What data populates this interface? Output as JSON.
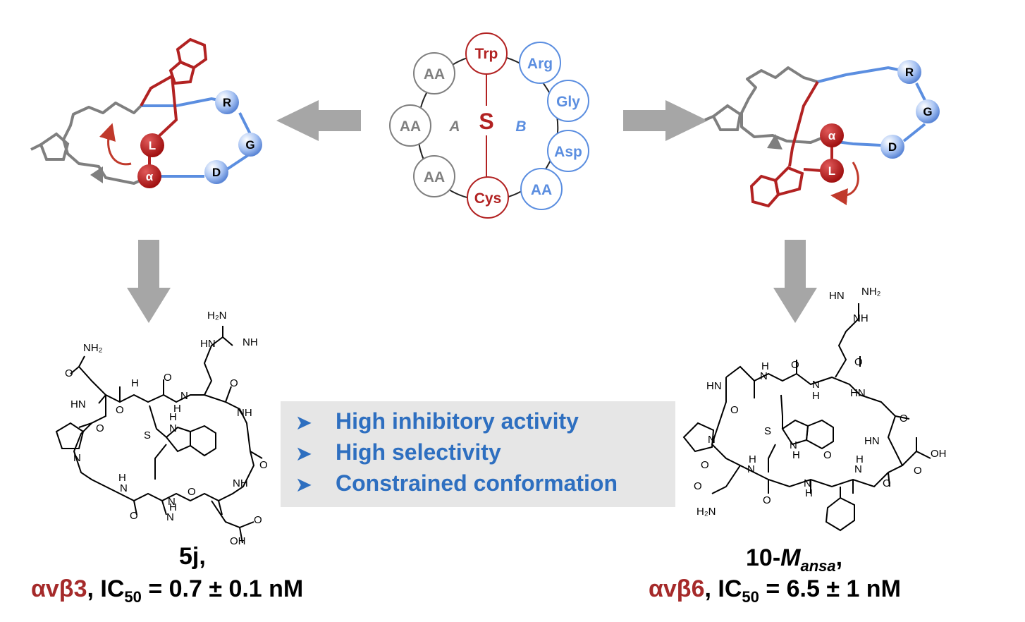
{
  "center": {
    "residues": [
      "Trp",
      "Arg",
      "Gly",
      "Asp",
      "AA",
      "Cys",
      "AA",
      "AA",
      "AA"
    ],
    "linker": "S",
    "region_a": "A",
    "region_b": "B"
  },
  "left_schematic": {
    "labels": [
      "R",
      "G",
      "D",
      "L",
      "α"
    ]
  },
  "right_schematic": {
    "labels": [
      "R",
      "G",
      "D",
      "L",
      "α"
    ]
  },
  "features": [
    "High inhibitory activity",
    "High selectivity",
    "Constrained conformation"
  ],
  "left_compound": {
    "name": "5j,",
    "target": "αvβ3",
    "ic50_prefix": ", IC",
    "ic50_sub": "50",
    "ic50_value": " = 0.7 ± 0.1 nM",
    "atoms": [
      "H₂N",
      "HN",
      "NH",
      "NH₂",
      "O",
      "HN",
      "O",
      "N",
      "H",
      "O",
      "H",
      "N",
      "S",
      "N",
      "H",
      "O",
      "NH",
      "O",
      "N",
      "O",
      "H",
      "N",
      "NH",
      "O",
      "N",
      "H",
      "O",
      "OH",
      "O"
    ]
  },
  "right_compound": {
    "name_prefix": "10-",
    "name_italic": "M",
    "name_sub": "ansa",
    "name_suffix": ",",
    "target": "αvβ6",
    "ic50_prefix": ", IC",
    "ic50_sub": "50",
    "ic50_value": " = 6.5 ± 1 nM",
    "atoms": [
      "HN",
      "NH₂",
      "NH",
      "HN",
      "H",
      "N",
      "O",
      "O",
      "N",
      "H",
      "O",
      "HN",
      "O",
      "N",
      "S",
      "N",
      "H",
      "HN",
      "O",
      "OH",
      "O",
      "O",
      "H",
      "N",
      "N",
      "H",
      "O",
      "H",
      "N",
      "O",
      "H₂N",
      "O"
    ]
  },
  "colors": {
    "red": "#b22222",
    "blue": "#5b8ee0",
    "gray": "#7f7f7f",
    "arrow": "#a6a6a6",
    "feature_text": "#2e6fc0",
    "box": "#e6e6e6"
  }
}
